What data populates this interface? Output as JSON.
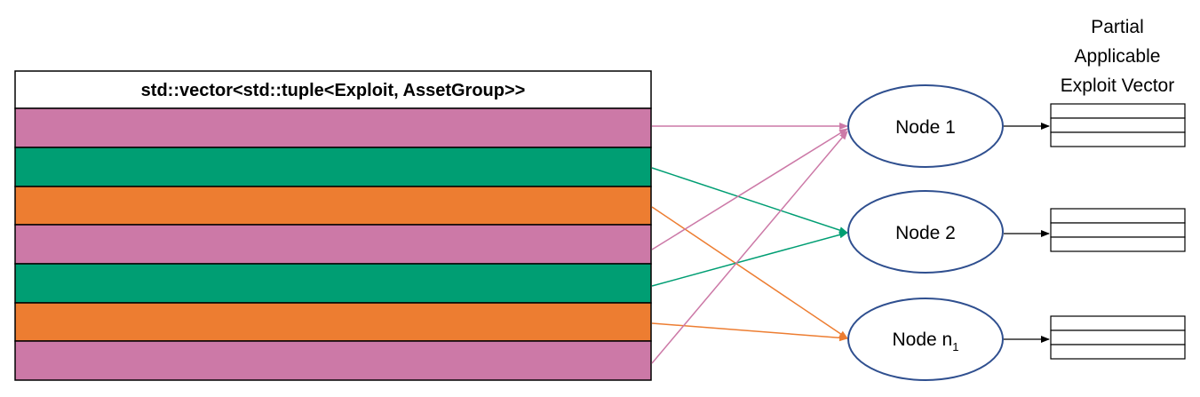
{
  "table": {
    "header": "std::vector<std::tuple<Exploit, AssetGroup>>",
    "rows": [
      {
        "color": "#cc79a7"
      },
      {
        "color": "#009e73"
      },
      {
        "color": "#ed7d31"
      },
      {
        "color": "#cc79a7"
      },
      {
        "color": "#009e73"
      },
      {
        "color": "#ed7d31"
      },
      {
        "color": "#cc79a7"
      }
    ]
  },
  "nodes": [
    {
      "label": "Node 1",
      "sub": ""
    },
    {
      "label": "Node 2",
      "sub": ""
    },
    {
      "label": "Node n",
      "sub": "1"
    }
  ],
  "caption": {
    "lines": [
      "Partial",
      "Applicable",
      "Exploit Vector"
    ]
  },
  "colors": {
    "pink": "#cc79a7",
    "green": "#009e73",
    "orange": "#ed7d31",
    "node_border": "#2f4f8f"
  }
}
